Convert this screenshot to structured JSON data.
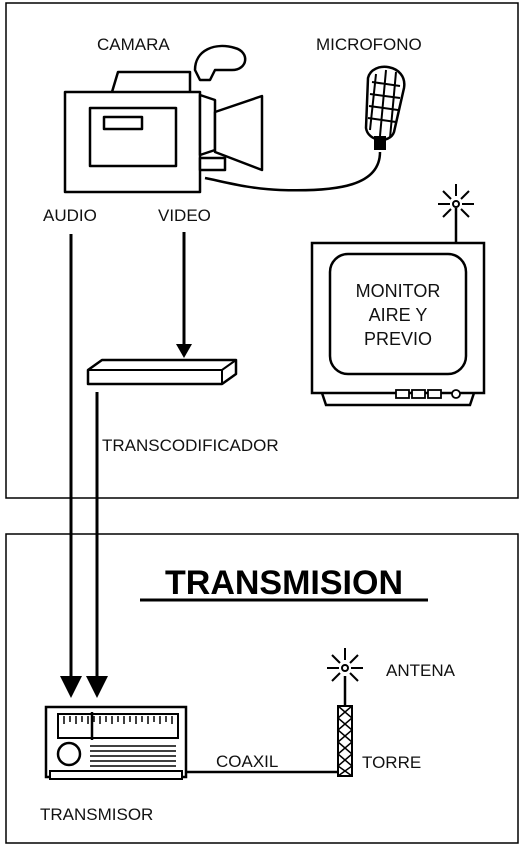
{
  "labels": {
    "camera": "CAMARA",
    "microphone": "MICROFONO",
    "audio": "AUDIO",
    "video": "VIDEO",
    "monitor_line1": "MONITOR",
    "monitor_line2": "AIRE Y",
    "monitor_line3": "PREVIO",
    "transcoder": "TRANSCODIFICADOR",
    "transmission": "TRANSMISION",
    "antenna": "ANTENA",
    "coax": "COAXIL",
    "tower": "TORRE",
    "transmitter": "TRANSMISOR"
  }
}
